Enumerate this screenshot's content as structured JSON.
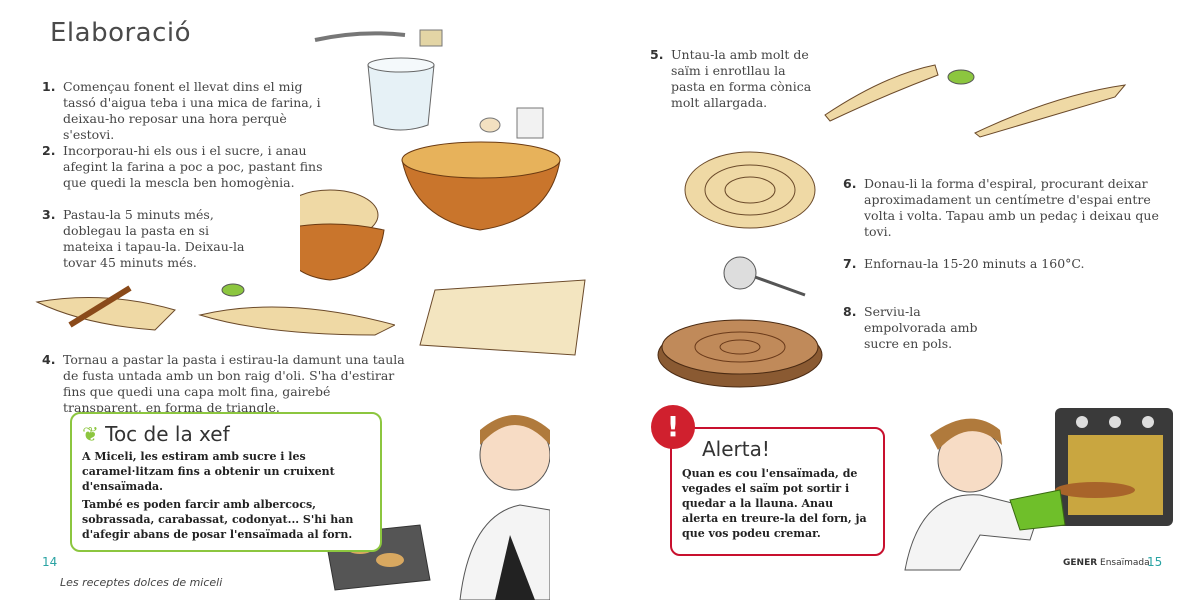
{
  "left_page": {
    "title": "Elaboració",
    "steps": [
      {
        "n": "1.",
        "text": "Començau fonent el llevat dins el mig tassó d'aigua teba i una mica de farina, i deixau-ho reposar una hora perquè s'estovi."
      },
      {
        "n": "2.",
        "text": "Incorporau-hi els ous i el sucre, i anau afegint la farina a poc a poc, pastant fins que quedi la mescla ben homogènia."
      },
      {
        "n": "3.",
        "text": "Pastau-la 5 minuts més, doblegau la pasta en si mateixa i tapau-la. Deixau-la tovar 45 minuts més."
      },
      {
        "n": "4.",
        "text": "Tornau a pastar la pasta i estirau-la damunt una taula de fusta untada amb un bon raig d'oli. S'ha d'estirar fins que quedi una capa molt fina, gairebé transparent, en forma de triangle."
      }
    ],
    "tip": {
      "title": "Toc de la xef",
      "p1": "A Miceli, les estiram amb sucre i les caramel·litzam fins a obtenir un cruixent d'ensaïmada.",
      "p2": "També es poden farcir amb albercocs, sobrassada, carabassat, codonyat... S'hi han d'afegir abans de posar l'ensaïmada al forn."
    },
    "page_number": "14",
    "book_title": "Les receptes dolces de miceli"
  },
  "right_page": {
    "steps": [
      {
        "n": "5.",
        "text": "Untau-la amb molt de saïm i enrotllau la pasta en forma cònica molt allargada."
      },
      {
        "n": "6.",
        "text": "Donau-li la forma d'espiral, procurant deixar aproximadament un centímetre d'espai entre volta i volta. Tapau amb un pedaç i deixau que tovi."
      },
      {
        "n": "7.",
        "text": "Enfornau-la 15-20 minuts a 160°C."
      },
      {
        "n": "8.",
        "text": "Serviu-la empolvorada amb sucre en pols."
      }
    ],
    "alert": {
      "icon": "exclamation-icon",
      "title": "Alerta!",
      "text": "Quan es cou l'ensaïmada, de vegades el saïm pot sortir i quedar a la llauna. Anau alerta en treure-la del forn, ja que vos podeu cremar."
    },
    "section": "GENER",
    "recipe": "Ensaïmada",
    "page_number": "15"
  },
  "colors": {
    "green": "#8cc63f",
    "red": "#c8102e",
    "teal": "#2aa3a3",
    "dough": "#efd9a5",
    "bowl": "#c9752c"
  }
}
